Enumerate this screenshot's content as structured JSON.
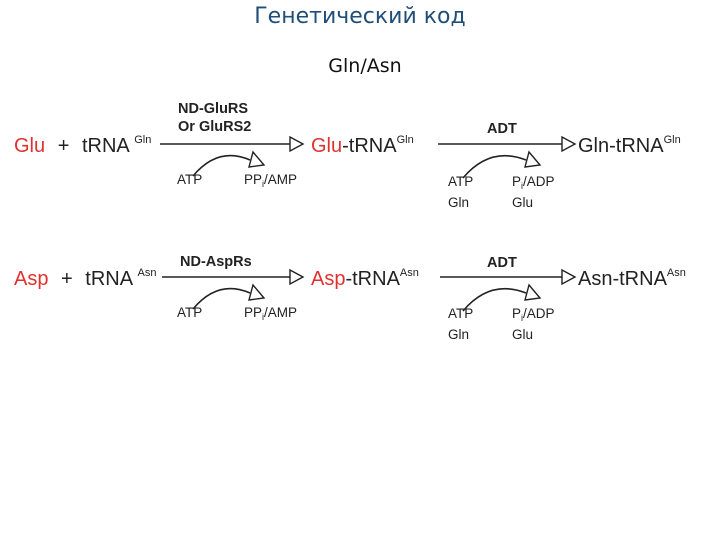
{
  "header": {
    "title": "Генетический код",
    "subtitle": "Gln/Asn"
  },
  "rows": [
    {
      "substrate": "Glu",
      "plus": "+",
      "trna": "tRNA",
      "trna_sup": "Gln",
      "enzyme1": [
        "ND-GluRS",
        "Or GluRS2"
      ],
      "cof1_in": "ATP",
      "cof1_out_a": "PP",
      "cof1_out_sub": "i",
      "cof1_out_b": "/AMP",
      "intermediate_aa": "Glu",
      "intermediate_trna": "-tRNA",
      "intermediate_sup": "Gln",
      "enzyme2": "ADT",
      "cof2_in": [
        "ATP",
        "Gln"
      ],
      "cof2_out_a": "P",
      "cof2_out_sub": "i",
      "cof2_out_b": "/ADP",
      "cof2_out2": "Glu",
      "product": "Gln-tRNA",
      "product_sup": "Gln"
    },
    {
      "substrate": "Asp",
      "plus": "+",
      "trna": "tRNA",
      "trna_sup": "Asn",
      "enzyme1": [
        "ND-AspRs"
      ],
      "cof1_in": "ATP",
      "cof1_out_a": "PP",
      "cof1_out_sub": "i",
      "cof1_out_b": "/AMP",
      "intermediate_aa": "Asp",
      "intermediate_trna": "-tRNA",
      "intermediate_sup": "Asn",
      "enzyme2": "ADT",
      "cof2_in": [
        "ATP",
        "Gln"
      ],
      "cof2_out_a": "P",
      "cof2_out_sub": "i",
      "cof2_out_b": "/ADP",
      "cof2_out2": "Glu",
      "product": "Asn-tRNA",
      "product_sup": "Asn"
    }
  ]
}
